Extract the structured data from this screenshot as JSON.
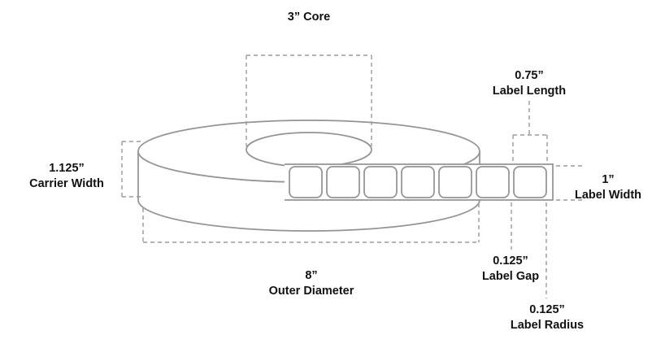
{
  "diagram": {
    "subject": "label roll with dimension callouts",
    "labels_on_strip": 7,
    "colors": {
      "background": "#ffffff",
      "outline": "#949494",
      "dashed_line": "#9a9a9a",
      "text": "#111111"
    },
    "annotations": {
      "core": {
        "text": "3” Core"
      },
      "carrier_width": {
        "value": "1.125”",
        "label": "Carrier Width"
      },
      "label_length": {
        "value": "0.75”",
        "label": "Label Length"
      },
      "label_width": {
        "value": "1”",
        "label": "Label Width"
      },
      "label_gap": {
        "value": "0.125”",
        "label": "Label Gap"
      },
      "outer_diameter": {
        "value": "8”",
        "label": "Outer Diameter"
      },
      "label_radius": {
        "value": "0.125”",
        "label": "Label Radius"
      }
    }
  }
}
